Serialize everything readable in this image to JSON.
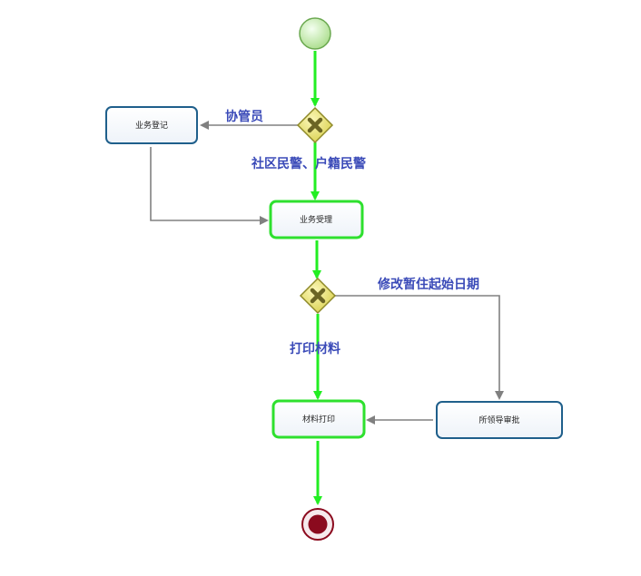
{
  "colors": {
    "active_flow": "#22ee22",
    "inactive_flow": "#808080",
    "active_task_border": "#2ee02e",
    "inactive_task_border": "#1f5f8b",
    "task_fill": "#f5f8fc",
    "label_text": "#3a4ab8",
    "gateway_fill": "#e6df6a",
    "gateway_stroke": "#8f8a2a",
    "end_event_fill": "#8b0a1e"
  },
  "nodes": {
    "start_event": {
      "icon": "start-event-circle"
    },
    "gateway_1": {
      "icon": "exclusive-gateway-x"
    },
    "task_business_register": {
      "label": "业务登记",
      "state": "inactive"
    },
    "task_business_accept": {
      "label": "业务受理",
      "state": "active"
    },
    "gateway_2": {
      "icon": "exclusive-gateway-x"
    },
    "task_material_print": {
      "label": "材料打印",
      "state": "active"
    },
    "task_leader_approval": {
      "label": "所领导审批",
      "state": "inactive"
    },
    "end_event": {
      "icon": "end-event-circle"
    }
  },
  "flow_labels": {
    "to_register": "协管员",
    "to_accept": "社区民警、户籍民警",
    "to_approval": "修改暂住起始日期",
    "to_print": "打印材料"
  }
}
